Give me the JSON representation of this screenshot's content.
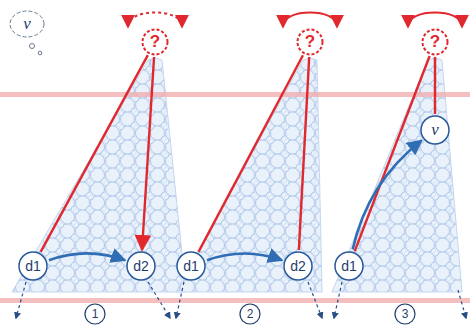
{
  "diagram": {
    "nodes": [
      {
        "text": [
          "v"
        ]
      },
      {
        "text": [
          "?"
        ]
      },
      {
        "text": [
          "d1"
        ]
      },
      {
        "text": [
          "d2"
        ]
      },
      {
        "text": [
          "?"
        ]
      },
      {
        "text": [
          "d1"
        ]
      },
      {
        "text": [
          "d2"
        ]
      },
      {
        "text": [
          "?"
        ]
      },
      {
        "text": [
          "d1"
        ]
      },
      {
        "text": [
          "v"
        ]
      },
      {
        "text": [
          "1"
        ]
      },
      {
        "text": [
          "2"
        ]
      },
      {
        "text": [
          "3"
        ]
      }
    ],
    "edges": [
      {
        "from": 2,
        "to": 1,
        "arrow": "none"
      },
      {
        "from": 1,
        "to": 3,
        "arrow": "to"
      },
      {
        "from": 2,
        "to": 3,
        "arrow": "to"
      },
      {
        "from": 5,
        "to": 4,
        "arrow": "none"
      },
      {
        "from": 6,
        "to": 4,
        "arrow": "none"
      },
      {
        "from": 5,
        "to": 6,
        "arrow": "to"
      },
      {
        "from": 8,
        "to": 7,
        "arrow": "none"
      },
      {
        "from": 9,
        "to": 7,
        "arrow": "none"
      },
      {
        "from": 8,
        "to": 9,
        "arrow": "to"
      }
    ]
  }
}
